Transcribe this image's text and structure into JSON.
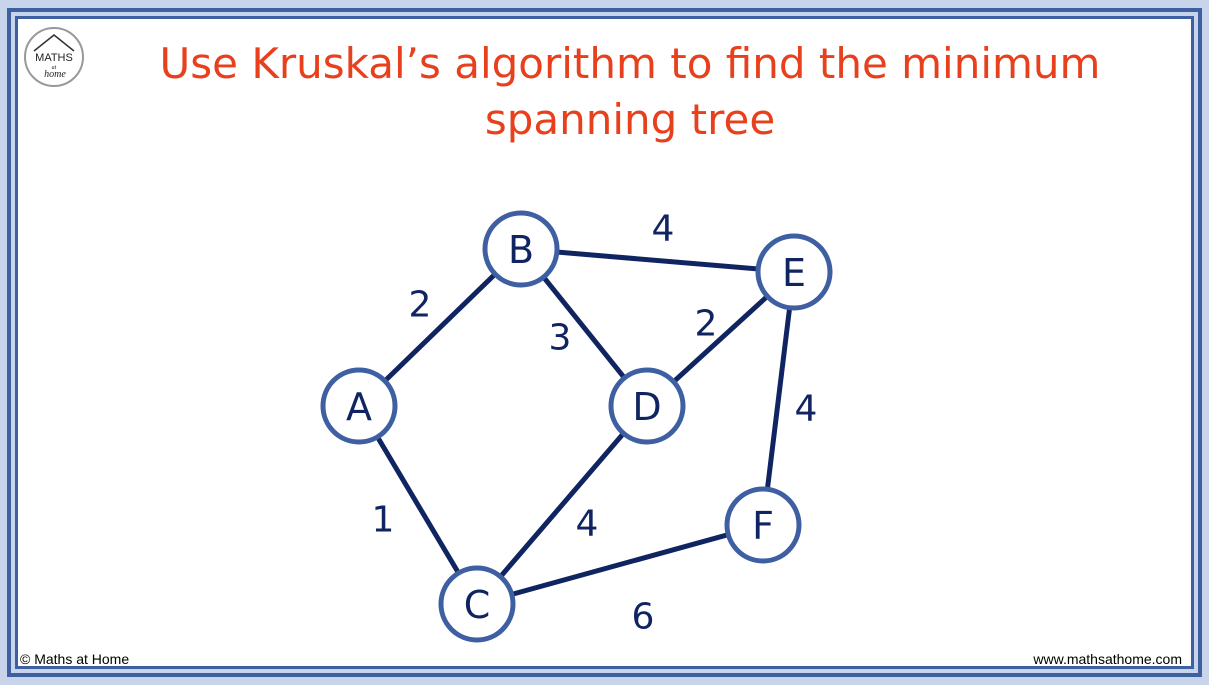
{
  "title": "Use Kruskal’s algorithm to find the minimum spanning tree",
  "logo": {
    "line1": "MATHS",
    "line2": "at",
    "line3": "home"
  },
  "footer": {
    "left": "© Maths at Home",
    "right": "www.mathsathome.com"
  },
  "colors": {
    "title": "#e8401c",
    "edge": "#0f2461",
    "node_stroke": "#3e5fa1",
    "frame": "#3e5fa1",
    "text": "#0f2461"
  },
  "graph": {
    "nodes": [
      {
        "id": "A",
        "label": "A"
      },
      {
        "id": "B",
        "label": "B"
      },
      {
        "id": "C",
        "label": "C"
      },
      {
        "id": "D",
        "label": "D"
      },
      {
        "id": "E",
        "label": "E"
      },
      {
        "id": "F",
        "label": "F"
      }
    ],
    "edges": [
      {
        "from": "A",
        "to": "B",
        "weight": "2"
      },
      {
        "from": "A",
        "to": "C",
        "weight": "1"
      },
      {
        "from": "B",
        "to": "D",
        "weight": "3"
      },
      {
        "from": "B",
        "to": "E",
        "weight": "4"
      },
      {
        "from": "D",
        "to": "E",
        "weight": "2"
      },
      {
        "from": "C",
        "to": "D",
        "weight": "4"
      },
      {
        "from": "E",
        "to": "F",
        "weight": "4"
      },
      {
        "from": "C",
        "to": "F",
        "weight": "6"
      }
    ]
  }
}
